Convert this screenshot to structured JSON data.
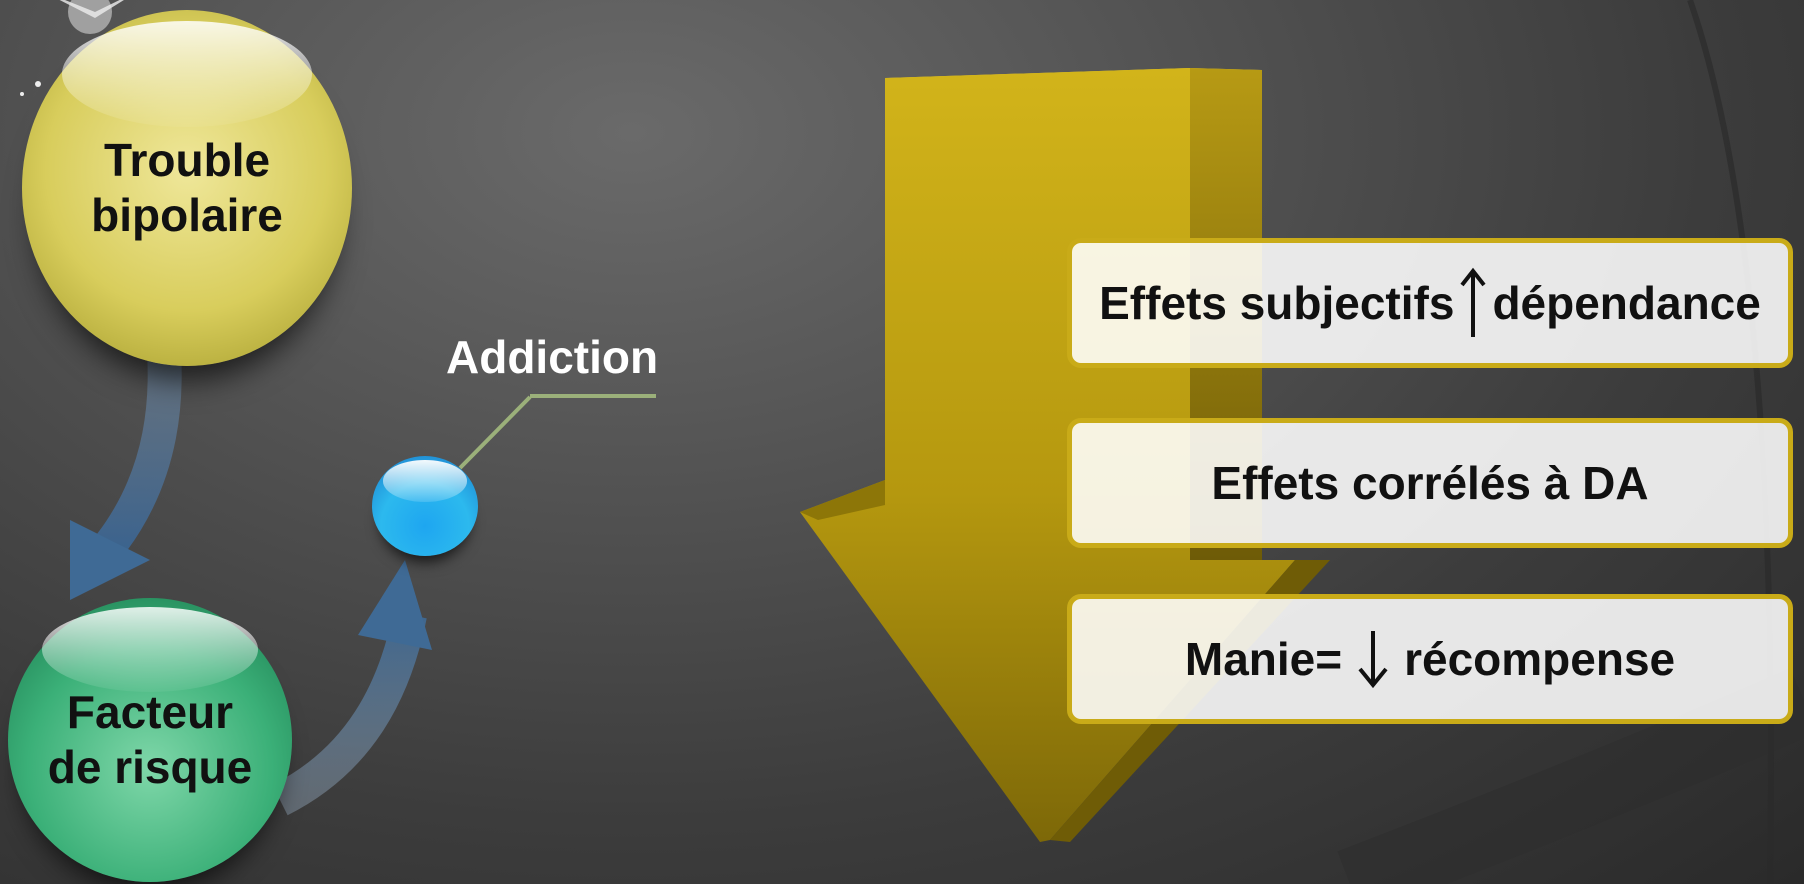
{
  "nodes": {
    "bipolar": "Trouble\nbipolaire",
    "risk": "Facteur\nde risque",
    "addiction": "Addiction"
  },
  "boxes": [
    {
      "before": "Effets subjectifs",
      "arrow": "up",
      "after": "dépendance"
    },
    {
      "text": "Effets corrélés à DA"
    },
    {
      "before": "Manie=",
      "arrow": "down",
      "after": "récompense"
    }
  ],
  "icons": {
    "up": "up-arrow-icon",
    "down": "down-arrow-icon"
  },
  "colors": {
    "background": "#4a4a4a",
    "bipolar_orb": "#d8cd5c",
    "risk_orb": "#3bb078",
    "addiction_orb": "#2cb9ee",
    "big_arrow": "#c9ab18",
    "box_border": "#c9ab18",
    "curved_arrows": "#4a6d95"
  }
}
